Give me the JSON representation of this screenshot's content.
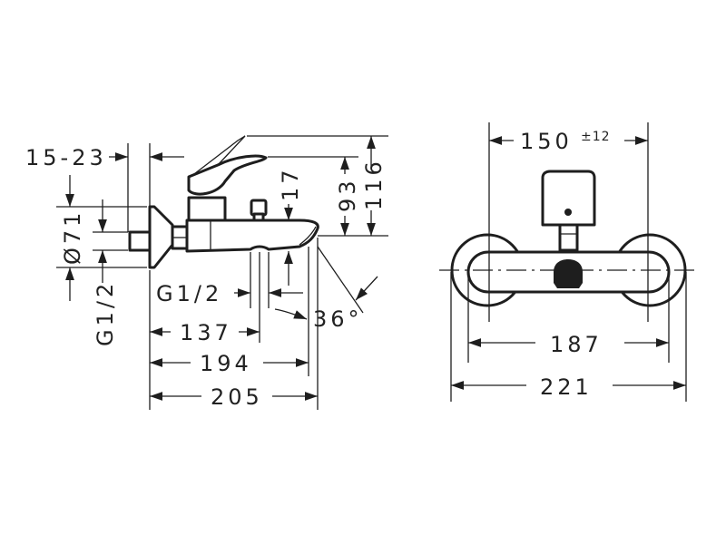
{
  "side_view": {
    "dims": {
      "wall_depth": "15-23",
      "rosette_diameter": "Ø71",
      "inlet_thread": "G1/2",
      "outlet_thread": "G1/2",
      "spout_height": "17",
      "height_93": "93",
      "height_116": "116",
      "length_137": "137",
      "length_194": "194",
      "length_205": "205",
      "angle": "36°"
    }
  },
  "front_view": {
    "dims": {
      "centers": "150",
      "centers_tolerance": "±12",
      "body_width": "187",
      "overall_width": "221"
    }
  }
}
